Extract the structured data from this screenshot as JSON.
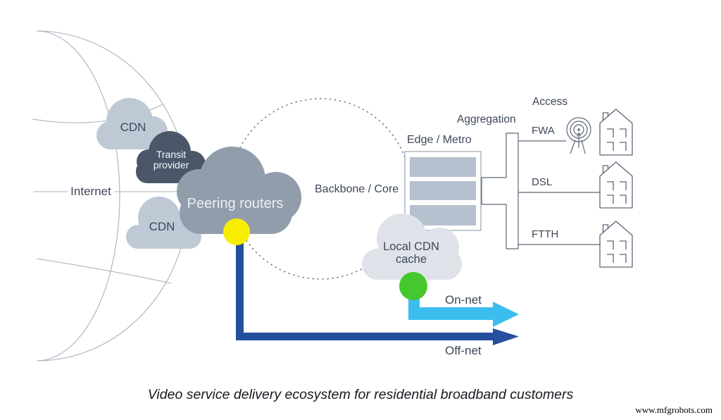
{
  "diagram": {
    "internet": {
      "label": "Internet"
    },
    "clouds": {
      "cdn_top": "CDN",
      "transit": "Transit provider",
      "peering": "Peering routers",
      "cdn_bottom": "CDN",
      "local_cdn": "Local CDN cache"
    },
    "core": {
      "backbone": "Backbone / Core",
      "edge_metro": "Edge / Metro",
      "aggregation": "Aggregation"
    },
    "access": {
      "title": "Access",
      "technologies": [
        "FWA",
        "DSL",
        "FTTH"
      ]
    },
    "arrows": {
      "on_net": "On-net",
      "off_net": "Off-net"
    },
    "icons": [
      "globe-wireframe-icon",
      "cloud-icon",
      "server-stack-icon",
      "antenna-icon",
      "house-icon",
      "peering-point-dot",
      "cache-point-dot"
    ]
  },
  "caption": "Video service delivery ecosystem for residential broadband customers",
  "watermark": "www.mfgrobots.com",
  "colors": {
    "cloud_light": "#bfc9d6",
    "cloud_dark": "#4b5769",
    "cloud_gray": "#929dac",
    "cloud_pale": "#dfe3e9",
    "yellow_dot": "#f8ef00",
    "green_dot": "#45c72e",
    "on_net_blue": "#3bbeee",
    "off_net_blue": "#24509d",
    "server_bar": "#b6c1cf",
    "line_gray": "#5d6778",
    "globe_stroke": "#a9b0bd",
    "text_dark": "#3d4759"
  }
}
